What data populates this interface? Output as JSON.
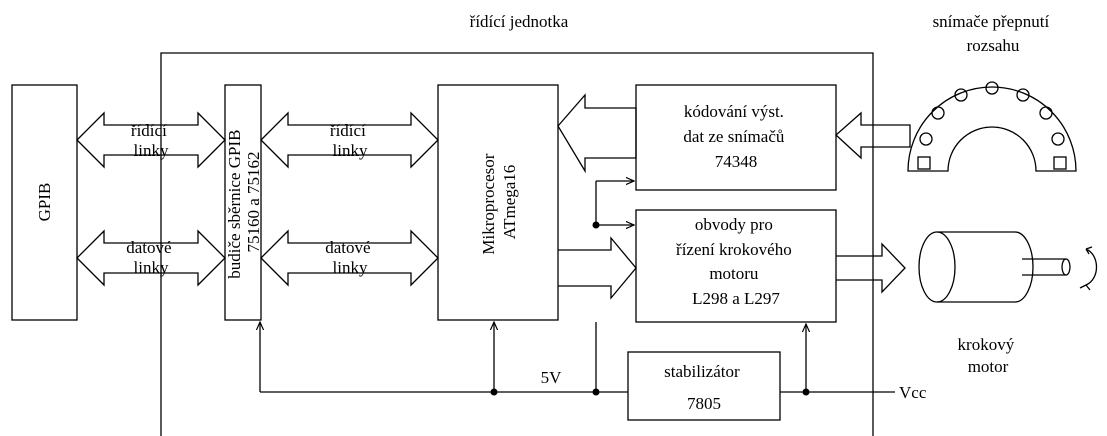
{
  "title": "řídící jednotka",
  "gpib": "GPIB",
  "bus_control": [
    "řídící",
    "linky"
  ],
  "bus_data": [
    "datové",
    "linky"
  ],
  "driver": [
    "budiče sběrnice GPIB",
    "75160 a 75162"
  ],
  "mcu": [
    "Mikroprocesor",
    "ATmega16"
  ],
  "encoder": [
    "kódování výst.",
    "dat ze snímačů",
    "74348"
  ],
  "stepper_driver": [
    "obvody pro",
    "řízení krokového",
    "motoru",
    "L298 a L297"
  ],
  "regulator": [
    "stabilizátor",
    "7805"
  ],
  "supply_5v": "5V",
  "vcc": "Vcc",
  "sensor_caption": [
    "snímače přepnutí",
    "rozsahu"
  ],
  "motor_caption": [
    "krokový",
    "motor"
  ],
  "colors": {
    "line": "#000000",
    "background": "#ffffff"
  }
}
